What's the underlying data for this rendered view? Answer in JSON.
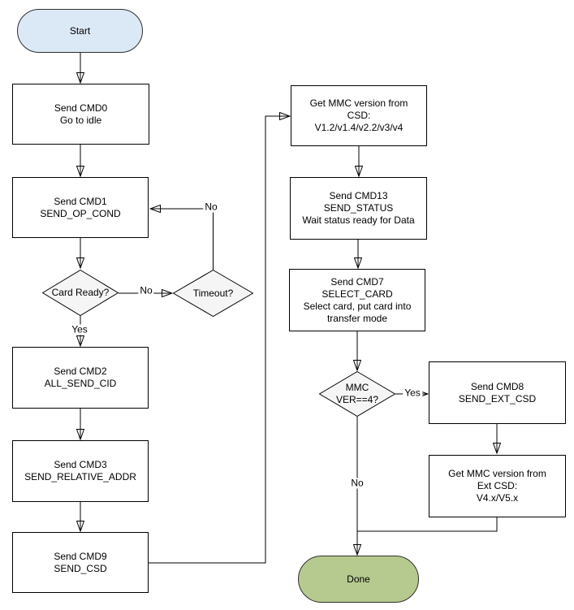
{
  "colors": {
    "start_fill": "#dbe8f5",
    "done_fill": "#b6ca90",
    "process_fill": "#ffffff",
    "decision_fill": "#f5f5f5",
    "stroke": "#000000",
    "text": "#000000",
    "background": "#ffffff"
  },
  "nodes": {
    "start": {
      "type": "terminator",
      "label": "Start"
    },
    "cmd0": {
      "type": "process",
      "lines": [
        "Send CMD0",
        "Go to idle"
      ]
    },
    "cmd1": {
      "type": "process",
      "lines": [
        "Send CMD1",
        "SEND_OP_COND"
      ]
    },
    "card_ready": {
      "type": "decision",
      "lines": [
        "Card Ready?"
      ]
    },
    "timeout": {
      "type": "decision",
      "lines": [
        "Timeout?"
      ]
    },
    "cmd2": {
      "type": "process",
      "lines": [
        "Send CMD2",
        "ALL_SEND_CID"
      ]
    },
    "cmd3": {
      "type": "process",
      "lines": [
        "Send CMD3",
        "SEND_RELATIVE_ADDR"
      ]
    },
    "cmd9": {
      "type": "process",
      "lines": [
        "Send CMD9",
        "SEND_CSD"
      ]
    },
    "get_mmc_version_csd": {
      "type": "process",
      "lines": [
        "Get MMC version from",
        "CSD:",
        "V1.2/v1.4/v2.2/v3/v4"
      ]
    },
    "cmd13": {
      "type": "process",
      "lines": [
        "Send CMD13",
        "SEND_STATUS",
        "Wait status ready for Data"
      ]
    },
    "cmd7": {
      "type": "process",
      "lines": [
        "Send CMD7",
        "SELECT_CARD",
        "Select card, put card into",
        "transfer mode"
      ]
    },
    "mmc_ver_4": {
      "type": "decision",
      "lines": [
        "MMC",
        "VER==4?"
      ]
    },
    "cmd8": {
      "type": "process",
      "lines": [
        "Send CMD8",
        "SEND_EXT_CSD"
      ]
    },
    "get_mmc_version_ext_csd": {
      "type": "process",
      "lines": [
        "Get MMC version from",
        "Ext CSD:",
        "V4.x/V5.x"
      ]
    },
    "done": {
      "type": "terminator",
      "label": "Done"
    }
  },
  "edge_labels": {
    "card_ready_no": "No",
    "card_ready_yes": "Yes",
    "timeout_no": "No",
    "mmc_ver_yes": "Yes",
    "mmc_ver_no": "No"
  }
}
